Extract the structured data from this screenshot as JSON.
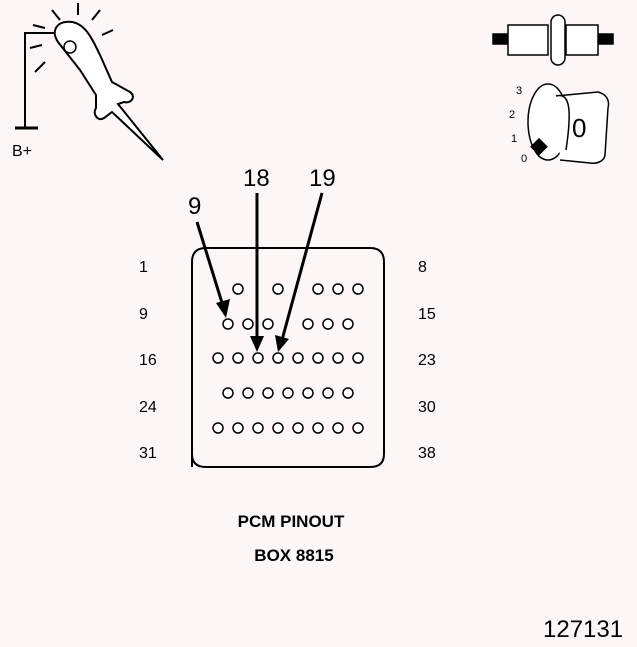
{
  "test_light": {
    "supply_label": "B+",
    "icon": "test-light-icon"
  },
  "ignition": {
    "connector_icon": "connector-unplugged-icon",
    "key_icon": "ignition-key-icon",
    "positions": [
      "3",
      "2",
      "1",
      "0"
    ],
    "key_label": "0"
  },
  "callouts": [
    "9",
    "18",
    "19"
  ],
  "row_labels_left": [
    "1",
    "9",
    "16",
    "24",
    "31"
  ],
  "row_labels_right": [
    "8",
    "15",
    "23",
    "30",
    "38"
  ],
  "caption": {
    "line1": "PCM PINOUT",
    "line2": "BOX 8815"
  },
  "figure_number": "127131",
  "colors": {
    "background": "#fdf6f6",
    "ink": "#000000"
  }
}
